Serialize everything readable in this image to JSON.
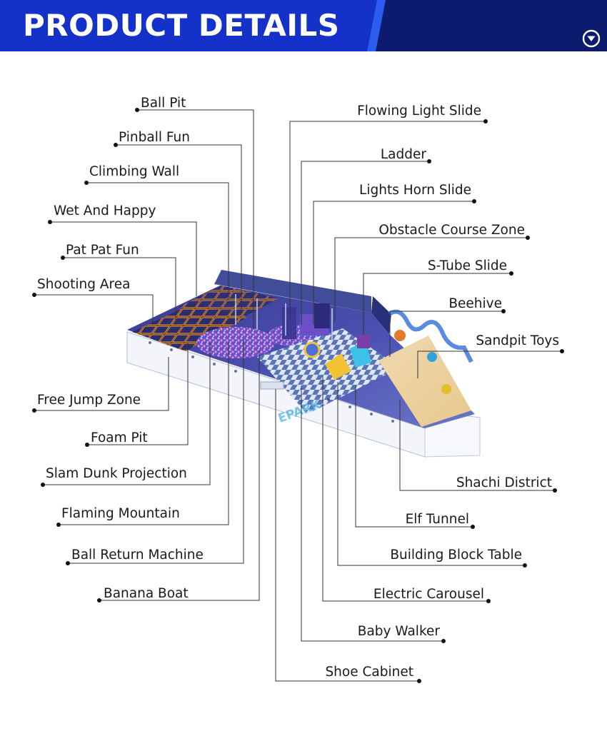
{
  "header": {
    "title": "PRODUCT DETAILS",
    "colors": {
      "banner_primary": "#1330c8",
      "banner_dark": "#0c1b6e",
      "line": "#3a3a3a"
    },
    "icon": "chevron-down-circle-icon"
  },
  "watermark": {
    "text": "EPARK"
  },
  "labels": {
    "ball_pit": "Ball Pit",
    "pinball_fun": "Pinball Fun",
    "climbing_wall": "Climbing Wall",
    "wet_and_happy": "Wet And Happy",
    "pat_pat_fun": "Pat Pat Fun",
    "shooting_area": "Shooting Area",
    "free_jump_zone": "Free Jump Zone",
    "foam_pit": "Foam Pit",
    "slam_dunk_projection": "Slam Dunk Projection",
    "flaming_mountain": "Flaming Mountain",
    "ball_return_machine": "Ball Return Machine",
    "banana_boat": "Banana Boat",
    "flowing_light_slide": "Flowing Light Slide",
    "ladder": "Ladder",
    "lights_horn_slide": "Lights Horn Slide",
    "obstacle_course_zone": "Obstacle Course Zone",
    "s_tube_slide": "S-Tube Slide",
    "beehive": "Beehive",
    "sandpit_toys": "Sandpit Toys",
    "shachi_district": "Shachi District",
    "elf_tunnel": "Elf Tunnel",
    "building_block_table": "Building Block Table",
    "electric_carousel": "Electric Carousel",
    "baby_walker": "Baby Walker",
    "shoe_cabinet": "Shoe Cabinet"
  }
}
